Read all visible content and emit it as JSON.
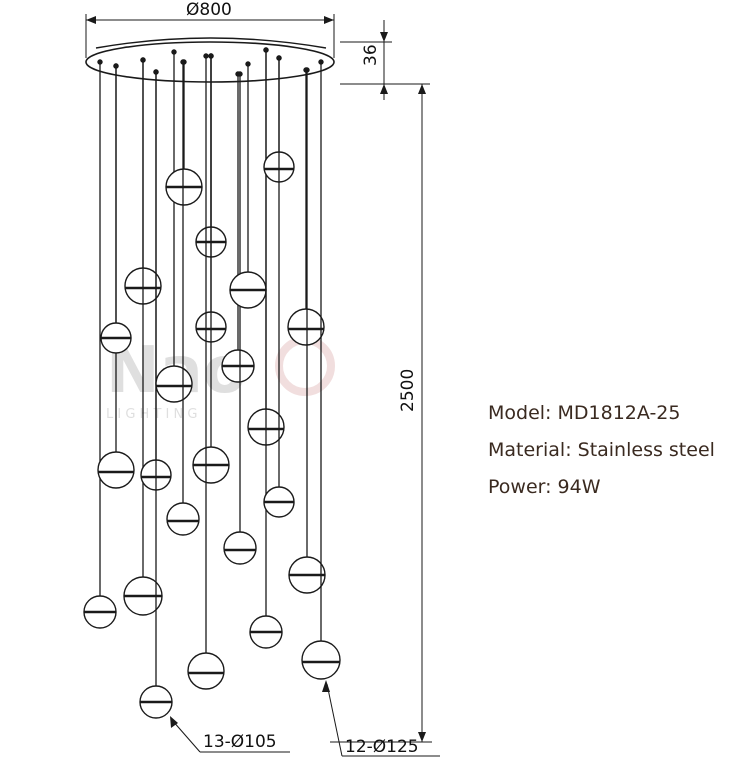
{
  "dimensions": {
    "canopy_diameter": "Ø800",
    "canopy_height": "36",
    "total_height": "2500",
    "small_spheres": "13-Ø105",
    "large_spheres": "12-Ø125"
  },
  "specs": {
    "model": "Model: MD1812A-25",
    "material": "Material: Stainless steel",
    "power": "Power: 94W"
  },
  "watermark": {
    "brand": "Nao",
    "tagline": "L I G H T I N G"
  },
  "colors": {
    "line": "#1a1a1a",
    "text": "#3a2a20",
    "watermark": "#b9b9b9"
  }
}
